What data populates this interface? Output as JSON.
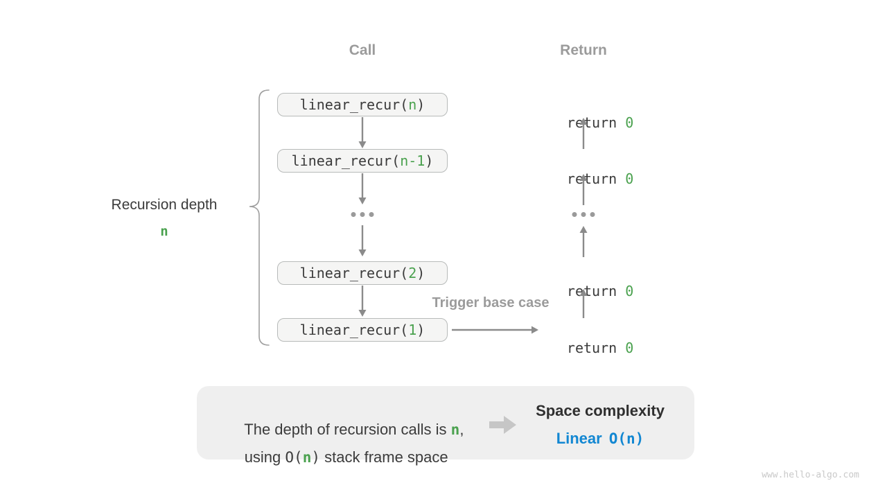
{
  "colors": {
    "green": "#4AA14E",
    "blue": "#1287D2",
    "gray_label": "#9B9B9B",
    "dark": "#3B3B3B",
    "arrow": "#8B8B8B",
    "box_bg": "#F5F5F4",
    "box_border": "#B7BAB9",
    "panel_bg": "#EFEFEF",
    "block_arrow": "#C6C6C6",
    "watermark": "#C9C9C9",
    "brace": "#9E9E9E",
    "dots": "#9A9A9A"
  },
  "headers": {
    "call": "Call",
    "return": "Return"
  },
  "depth_label": {
    "text": "Recursion depth",
    "value": "n"
  },
  "call_rows": [
    {
      "pre": "linear_recur(",
      "arg": "n",
      "post": ")"
    },
    {
      "pre": "linear_recur(",
      "arg": "n-1",
      "post": ")"
    },
    {
      "pre": "linear_recur(",
      "arg": "2",
      "post": ")"
    },
    {
      "pre": "linear_recur(",
      "arg": "1",
      "post": ")"
    }
  ],
  "return_rows": [
    {
      "pre": "return ",
      "val": "0"
    },
    {
      "pre": "return ",
      "val": "0"
    },
    {
      "pre": "return ",
      "val": "0"
    },
    {
      "pre": "return ",
      "val": "0"
    }
  ],
  "trigger_label": "Trigger base case",
  "summary": {
    "line1_pre": "The depth of recursion calls is ",
    "line1_arg": "n",
    "line1_post": ",",
    "line2_pre": "using ",
    "line2_code_open": "O(",
    "line2_arg": "n",
    "line2_code_close": ")",
    "line2_post": " stack frame space",
    "result_title": "Space complexity",
    "result_name": "Linear",
    "result_notation": "O(n)"
  },
  "watermark": "www.hello-algo.com"
}
